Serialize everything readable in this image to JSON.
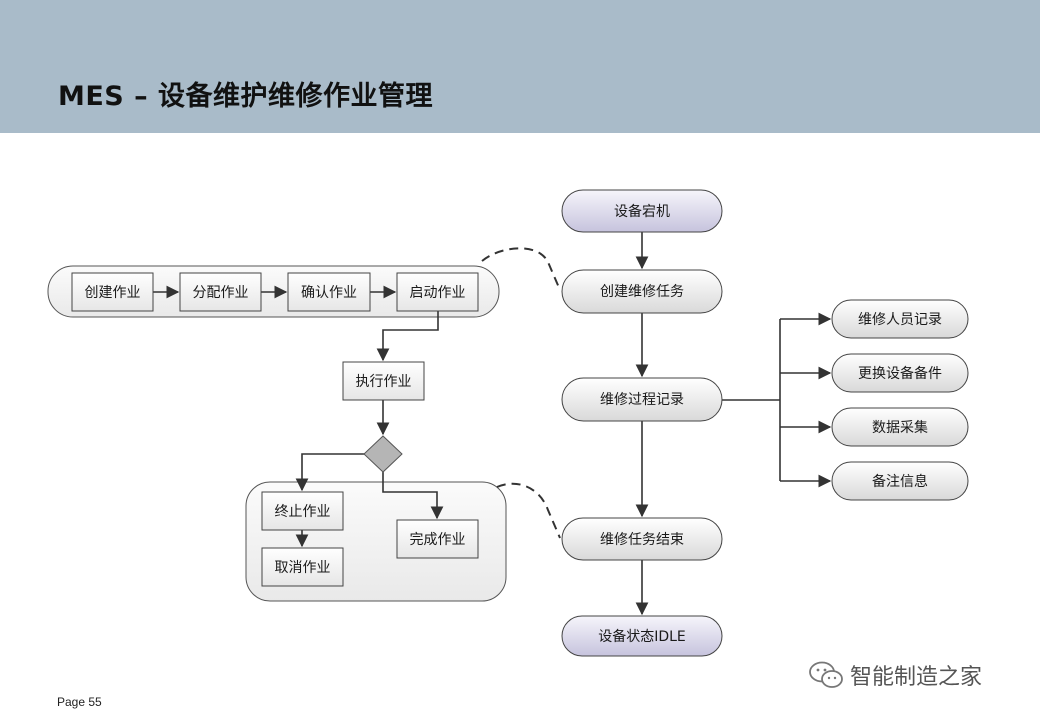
{
  "header": {
    "title": "MES – 设备维护维修作业管理"
  },
  "nodes": {
    "create_job": "创建作业",
    "assign_job": "分配作业",
    "confirm_job": "确认作业",
    "start_job": "启动作业",
    "execute_job": "执行作业",
    "terminate_job": "终止作业",
    "cancel_job": "取消作业",
    "complete_job": "完成作业",
    "equipment_down": "设备宕机",
    "create_repair_task": "创建维修任务",
    "repair_process_record": "维修过程记录",
    "repair_task_end": "维修任务结束",
    "equipment_idle": "设备状态IDLE",
    "repair_staff_record": "维修人员记录",
    "replace_spare_parts": "更换设备备件",
    "data_collection": "数据采集",
    "remarks": "备注信息"
  },
  "footer": {
    "page": "Page 55",
    "watermark": "智能制造之家"
  },
  "colors": {
    "header_bg": "#a9bbc9",
    "pill_start": "#f4f4f4",
    "pill_end": "#d8d8d8",
    "lavender_start": "#f2f1f9",
    "lavender_end": "#c9c6df",
    "diamond": "#b5b5b5"
  }
}
